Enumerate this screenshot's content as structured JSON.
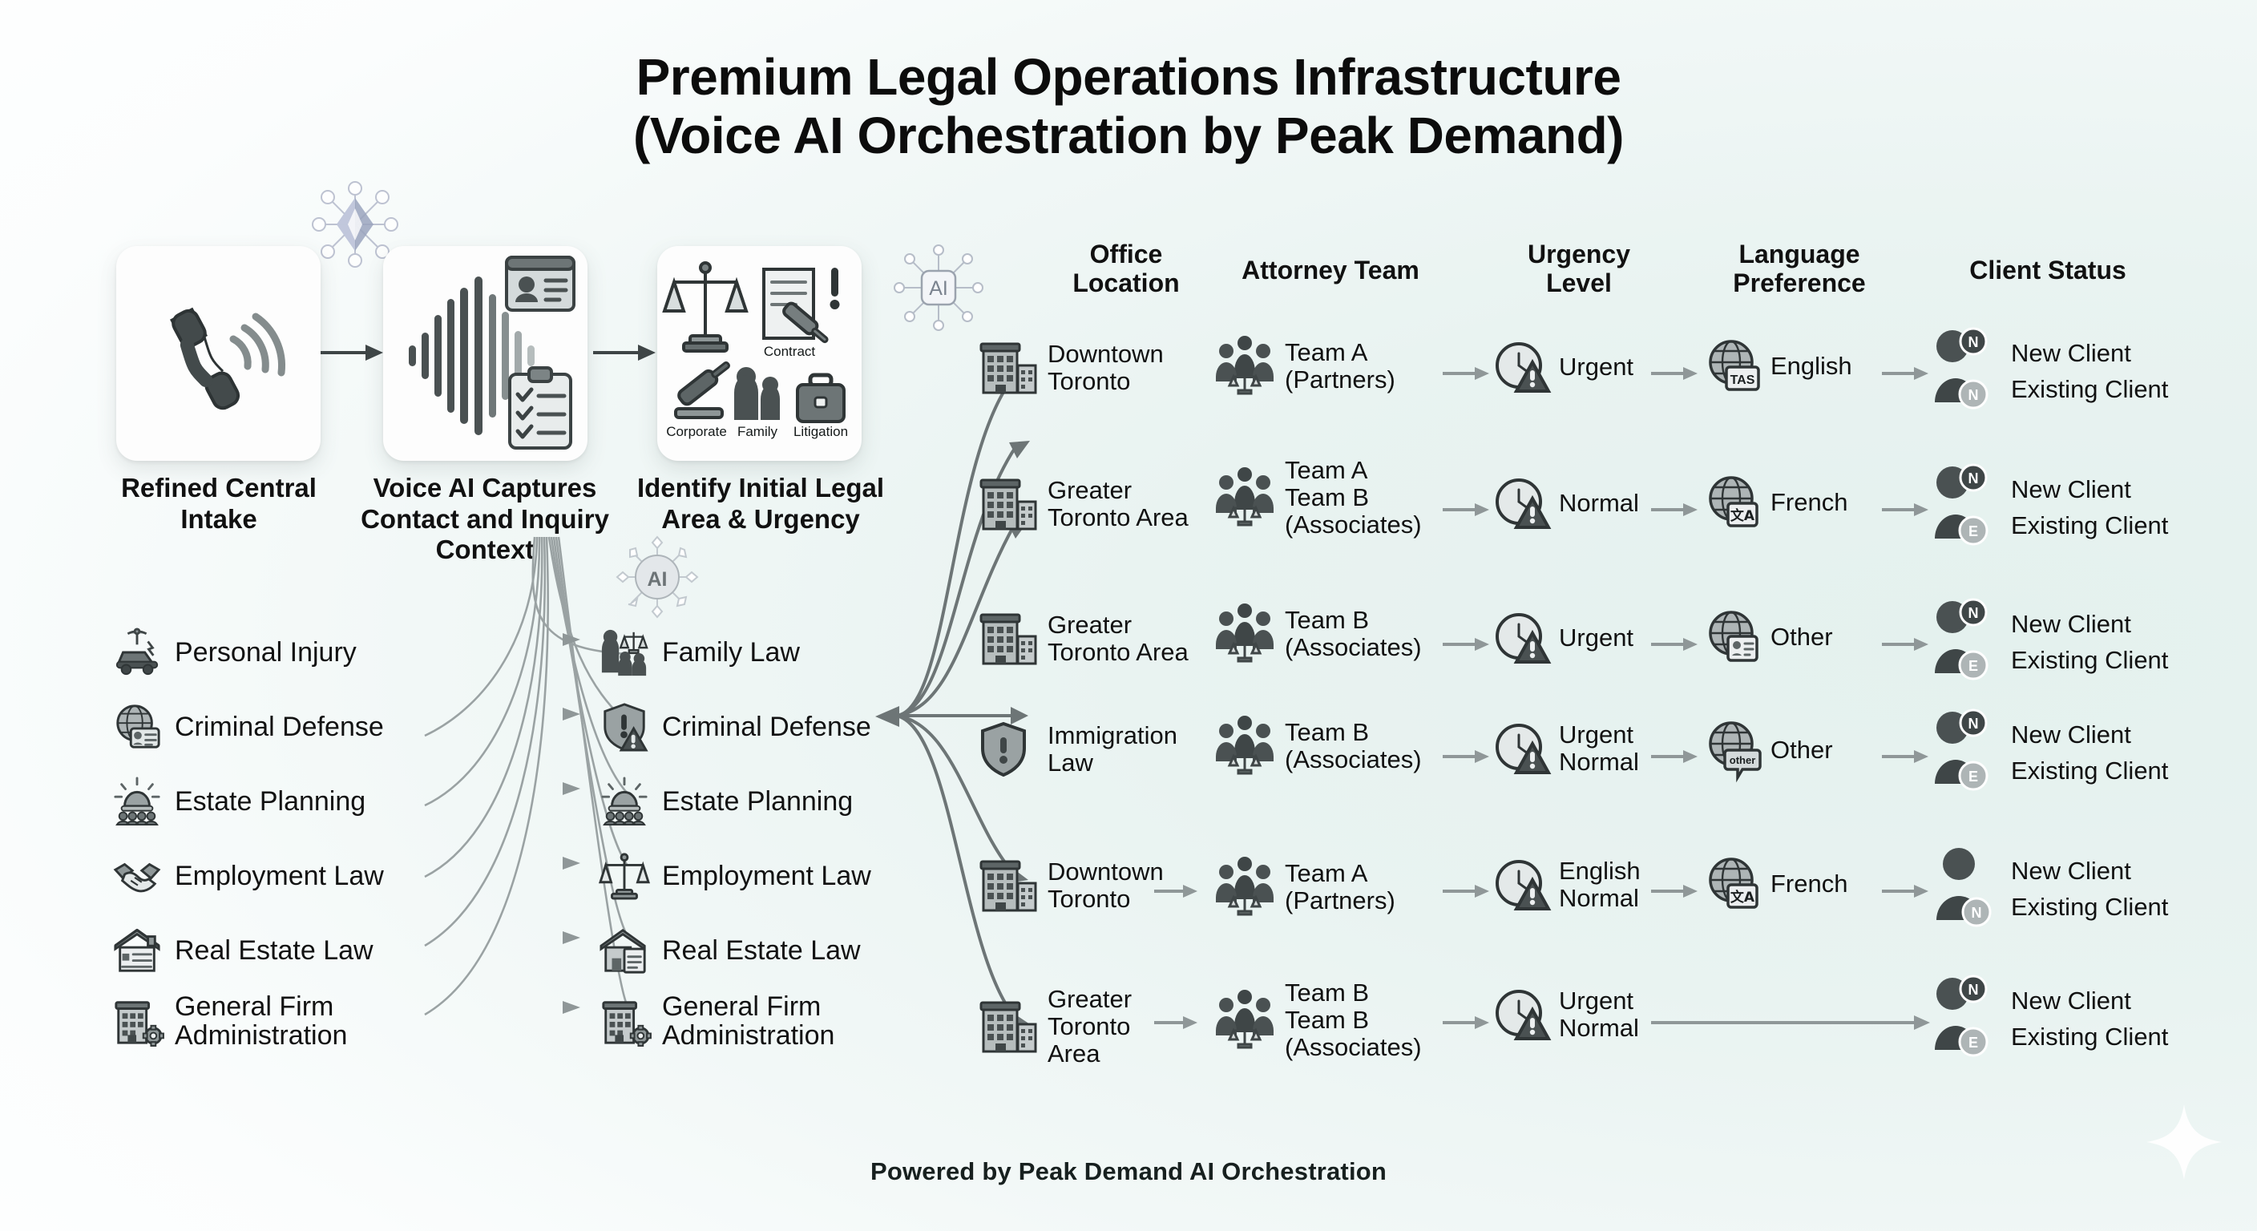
{
  "title": {
    "line1": "Premium Legal Operations Infrastructure",
    "line2": "(Voice AI Orchestration by Peak Demand)"
  },
  "footer": "Powered by Peak Demand AI Orchestration",
  "colors": {
    "background_top_left": "#ffffff",
    "background_accent": "#e4f1ee",
    "icon_dark": "#3f4647",
    "icon_mid": "#8f9798",
    "icon_light": "#cfd6d6",
    "text": "#111111",
    "arrow": "#6d7576",
    "ai_chip_tint": "#b9c2d8"
  },
  "stages": [
    {
      "icon": "phone-ring-icon",
      "label": "Refined\nCentral Intake"
    },
    {
      "icon": "voice-waveform-icon",
      "label": "Voice AI Captures\nContact and\nInquiry Context",
      "sub_icons": [
        "contact-card-icon",
        "checklist-clipboard-icon"
      ]
    },
    {
      "icon": "legal-areas-icon",
      "label": "Identify Initial\nLegal Area &\nUrgency",
      "inner_labels": [
        "Contract",
        "Corporate",
        "Family",
        "Litigation"
      ],
      "alert_badge": "!"
    }
  ],
  "decorations": {
    "gem_node_icon": "gem-network-icon",
    "ai_chip_label": "AI",
    "ai_node_label": "AI",
    "sparkle_icon": "sparkle-icon"
  },
  "practice_areas_input": [
    {
      "icon": "personal-injury-icon",
      "label": "Personal Injury"
    },
    {
      "icon": "criminal-globe-id-icon",
      "label": "Criminal Defense"
    },
    {
      "icon": "estate-planning-icon",
      "label": "Estate Planning"
    },
    {
      "icon": "handshake-icon",
      "label": "Employment Law"
    },
    {
      "icon": "house-document-icon",
      "label": "Real Estate Law"
    },
    {
      "icon": "office-gear-icon",
      "label": "General Firm\nAdministration"
    }
  ],
  "practice_areas_routed": [
    {
      "icon": "family-scales-icon",
      "label": "Family Law"
    },
    {
      "icon": "shield-alert-icon",
      "label": "Criminal Defense"
    },
    {
      "icon": "estate-planning-icon",
      "label": "Estate Planning"
    },
    {
      "icon": "scales-icon",
      "label": "Employment Law"
    },
    {
      "icon": "house-document-icon",
      "label": "Real Estate Law"
    },
    {
      "icon": "office-gear-icon",
      "label": "General Firm\nAdministration"
    }
  ],
  "matrix": {
    "headers": [
      "Office\nLocation",
      "Attorney Team",
      "Urgency\nLevel",
      "Language\nPreference",
      "Client Status"
    ],
    "rows": [
      {
        "office": {
          "icon": "office-building-icon",
          "label": "Downtown\nToronto"
        },
        "team": {
          "icon": "attorney-team-icon",
          "label": "Team A\n(Partners)"
        },
        "urgency": {
          "icon": "clock-alert-icon",
          "label": "Urgent"
        },
        "language": {
          "icon": "globe-tas-icon",
          "label": "English",
          "badge": "TAS"
        },
        "status": {
          "icon": "client-status-nn-icon",
          "new_label": "New Client",
          "existing_label": "Existing Client",
          "new_badge": "N",
          "existing_badge": "N"
        },
        "has_language": true
      },
      {
        "office": {
          "icon": "office-building-icon",
          "label": "Greater\nToronto Area"
        },
        "team": {
          "icon": "attorney-team-icon",
          "label": "Team A\nTeam B\n(Associates)"
        },
        "urgency": {
          "icon": "clock-alert-icon",
          "label": "Normal"
        },
        "language": {
          "icon": "globe-translate-icon",
          "label": "French",
          "badge": "文A"
        },
        "status": {
          "icon": "client-status-ne-icon",
          "new_label": "New Client",
          "existing_label": "Existing Client",
          "new_badge": "N",
          "existing_badge": "E"
        },
        "has_language": true
      },
      {
        "office": {
          "icon": "office-building-icon",
          "label": "Greater\nToronto Area"
        },
        "team": {
          "icon": "attorney-team-icon",
          "label": "Team B\n(Associates)"
        },
        "urgency": {
          "icon": "clock-alert-icon",
          "label": "Urgent"
        },
        "language": {
          "icon": "globe-id-icon",
          "label": "Other",
          "badge": ""
        },
        "status": {
          "icon": "client-status-ne-icon",
          "new_label": "New Client",
          "existing_label": "Existing Client",
          "new_badge": "N",
          "existing_badge": "E"
        },
        "has_language": true
      },
      {
        "office": {
          "icon": "shield-alert-icon",
          "label": "Immigration\nLaw"
        },
        "team": {
          "icon": "attorney-team-icon",
          "label": "Team B\n(Associates)"
        },
        "urgency": {
          "icon": "clock-alert-icon",
          "label": "Urgent\nNormal"
        },
        "language": {
          "icon": "globe-other-icon",
          "label": "Other",
          "badge": "other"
        },
        "status": {
          "icon": "client-status-ne-icon",
          "new_label": "New Client",
          "existing_label": "Existing Client",
          "new_badge": "N",
          "existing_badge": "E"
        },
        "has_language": true
      },
      {
        "office": {
          "icon": "office-building-icon",
          "label": "Downtown\nToronto"
        },
        "team": {
          "icon": "attorney-team-icon",
          "label": "Team A\n(Partners)"
        },
        "urgency": {
          "icon": "clock-alert-icon",
          "label": "English\nNormal"
        },
        "language": {
          "icon": "globe-translate-icon",
          "label": "French",
          "badge": "文A"
        },
        "status": {
          "icon": "client-status-plain-icon",
          "new_label": "New Client",
          "existing_label": "Existing Client",
          "new_badge": "",
          "existing_badge": "N"
        },
        "has_language": true
      },
      {
        "office": {
          "icon": "office-building-icon",
          "label": "Greater\nToronto\nArea"
        },
        "team": {
          "icon": "attorney-team-icon",
          "label": "Team B\nTeam B\n(Associates)"
        },
        "urgency": {
          "icon": "clock-alert-icon",
          "label": "Urgent\nNormal"
        },
        "language": {
          "icon": "",
          "label": "",
          "badge": ""
        },
        "status": {
          "icon": "client-status-ne-icon",
          "new_label": "New Client",
          "existing_label": "Existing Client",
          "new_badge": "N",
          "existing_badge": "E"
        },
        "has_language": false
      }
    ]
  }
}
